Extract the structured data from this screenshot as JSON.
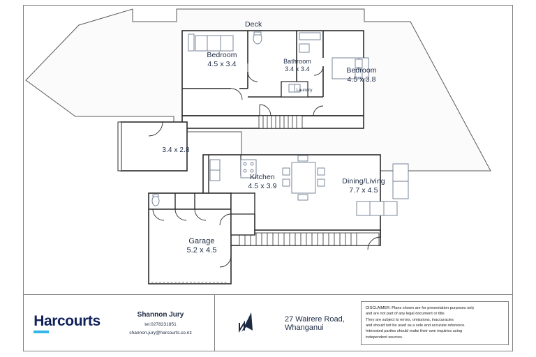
{
  "document": {
    "type": "floor-plan",
    "address": "27 Wairere Road, Whanganui"
  },
  "plan": {
    "rooms": [
      {
        "id": "deck",
        "name": "Deck",
        "dimensions": ""
      },
      {
        "id": "bed1",
        "name": "Bedroom",
        "dimensions": "4.5 x 3.4"
      },
      {
        "id": "bath",
        "name": "Bathroom",
        "dimensions": "3.4 x 3.4"
      },
      {
        "id": "laundry",
        "name": "Laundry",
        "dimensions": ""
      },
      {
        "id": "bed2",
        "name": "Bedroom",
        "dimensions": "4.5 x 3.8"
      },
      {
        "id": "room34",
        "name": "",
        "dimensions": "3.4 x 2.8"
      },
      {
        "id": "kitchen",
        "name": "Kitchen",
        "dimensions": "4.5 x 3.9"
      },
      {
        "id": "dining",
        "name": "Dining/Living",
        "dimensions": "7.7 x 4.5"
      },
      {
        "id": "garage",
        "name": "Garage",
        "dimensions": "5.2 x 4.5"
      }
    ],
    "colors": {
      "wall": "#2b2b2b",
      "fill": "#fbfbfb",
      "fixture": "#6a7a90",
      "label_text": "#1d2a44",
      "deck_outline": "#5a5a5a"
    }
  },
  "footer": {
    "brand": "Harcourts",
    "agent": {
      "name": "Shannon Jury",
      "tel": "tel:0278231851",
      "email": "shannon.jury@harcourts.co.nz"
    },
    "address": "27 Wairere Road, Whanganui",
    "compass_icon": "north-arrow-icon",
    "disclaimer": {
      "lines": [
        "DISCLAIMER:  Plans shown are for presentation purposes only",
        "and are not part of any legal document or title.",
        "They are subject to errors, omissions, inaccuracies",
        "and should not be used as a sole and accurate reference.",
        "Interested parties should make their own inquiries using",
        "independent sources."
      ]
    },
    "colors": {
      "brand_navy": "#10205a",
      "brand_cyan": "#35b6e8"
    }
  }
}
